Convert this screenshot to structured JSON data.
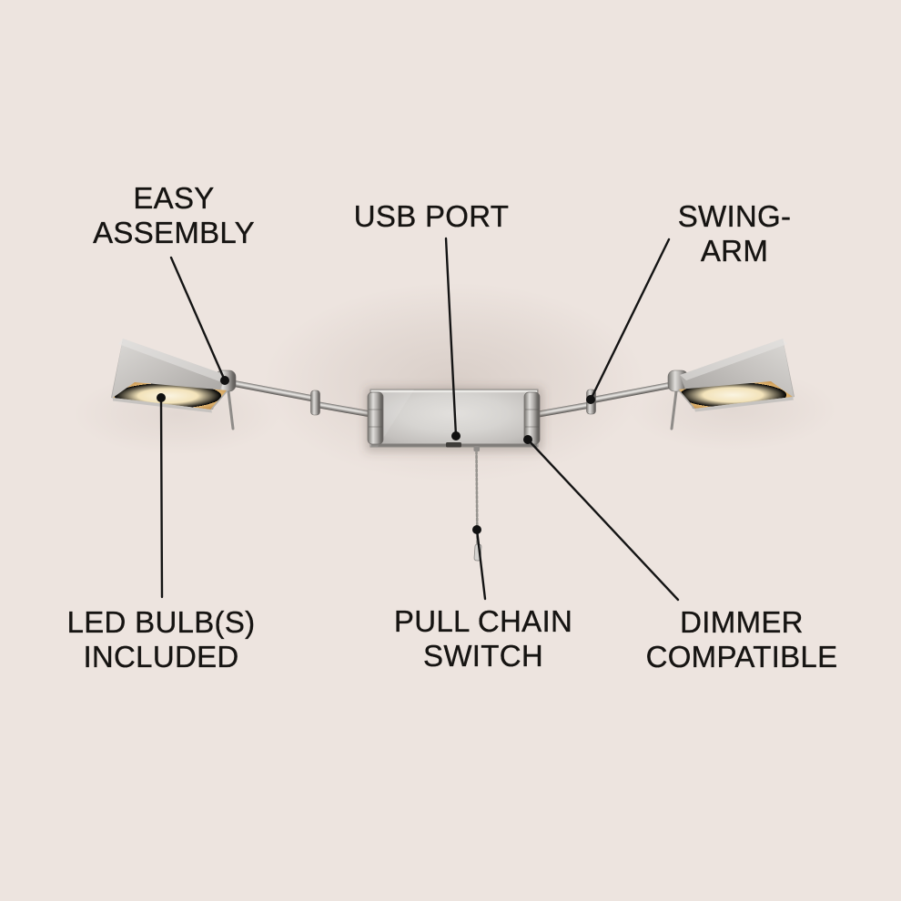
{
  "background_color": "#ede4df",
  "labels": {
    "easy_assembly": "EASY\nASSEMBLY",
    "usb_port": "USB PORT",
    "swing_arm": "SWING-ARM",
    "led_bulbs_included": "LED BULB(S)\nINCLUDED",
    "pull_chain_switch": "PULL CHAIN\nSWITCH",
    "dimmer_compatible": "DIMMER\nCOMPATIBLE"
  },
  "colors": {
    "text": "#161412",
    "leader_line": "#141414",
    "callout_dot": "#111111",
    "metal_highlight": "#e8e6e3",
    "metal_mid": "#bfbcb9",
    "metal_dark": "#75726f",
    "shade_glow_center": "#faf4e2",
    "shade_glow_edge": "#c28e49"
  }
}
